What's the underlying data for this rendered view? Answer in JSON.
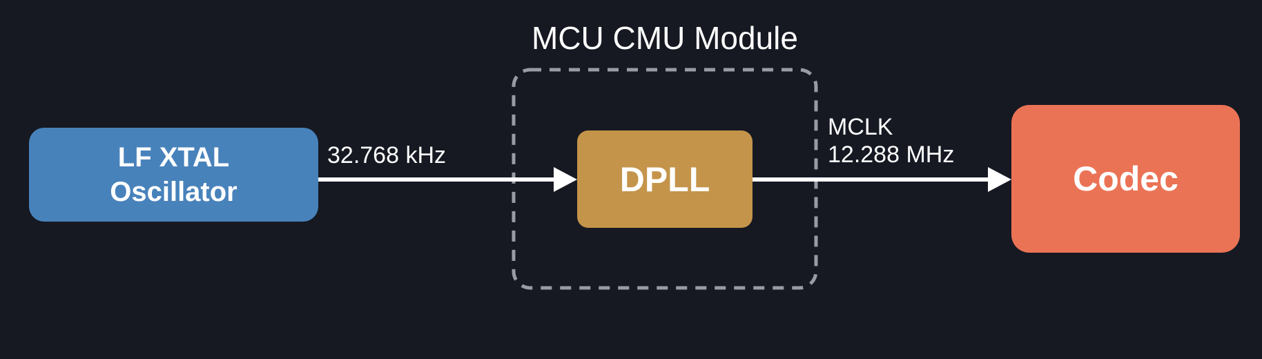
{
  "module": {
    "title": "MCU CMU Module"
  },
  "blocks": {
    "oscillator": {
      "line1": "LF XTAL",
      "line2": "Oscillator",
      "color": "#4882bb"
    },
    "dpll": {
      "label": "DPLL",
      "color": "#c4944a"
    },
    "codec": {
      "label": "Codec",
      "color": "#eb7355"
    }
  },
  "signals": {
    "input": {
      "frequency": "32.768 kHz"
    },
    "output": {
      "name": "MCLK",
      "frequency": "12.288 MHz"
    }
  },
  "colors": {
    "background": "#161922",
    "arrow": "#ffffff",
    "module_border": "#9a9ca3"
  }
}
